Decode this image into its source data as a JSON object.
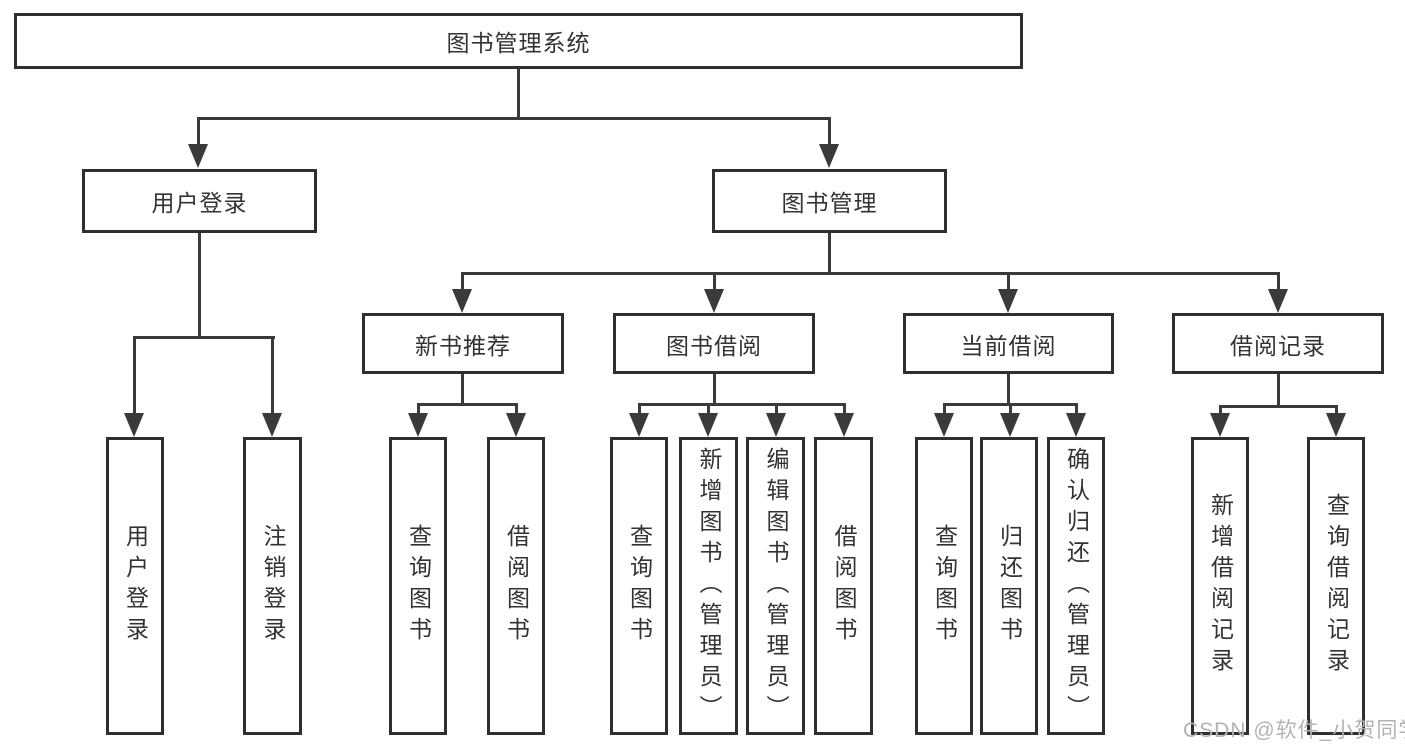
{
  "diagram": {
    "root": {
      "label": "图书管理系统"
    },
    "level2": [
      {
        "label": "用户登录"
      },
      {
        "label": "图书管理"
      }
    ],
    "level3": [
      {
        "label": "新书推荐"
      },
      {
        "label": "图书借阅"
      },
      {
        "label": "当前借阅"
      },
      {
        "label": "借阅记录"
      }
    ],
    "leaves": [
      {
        "label": "用户登录"
      },
      {
        "label": "注销登录"
      },
      {
        "label": "查询图书"
      },
      {
        "label": "借阅图书"
      },
      {
        "label": "查询图书"
      },
      {
        "label": "新增图书（管理员）"
      },
      {
        "label": "编辑图书（管理员）"
      },
      {
        "label": "借阅图书"
      },
      {
        "label": "查询图书"
      },
      {
        "label": "归还图书"
      },
      {
        "label": "确认归还（管理员）"
      },
      {
        "label": "新增借阅记录"
      },
      {
        "label": "查询借阅记录"
      }
    ],
    "watermark": "CSDN @软件_小贺同学",
    "colors": {
      "line": "#3a3a3a",
      "border": "#2f2f2f",
      "text": "#333333",
      "watermark": "#b3b3b3",
      "background": "#ffffff"
    }
  }
}
